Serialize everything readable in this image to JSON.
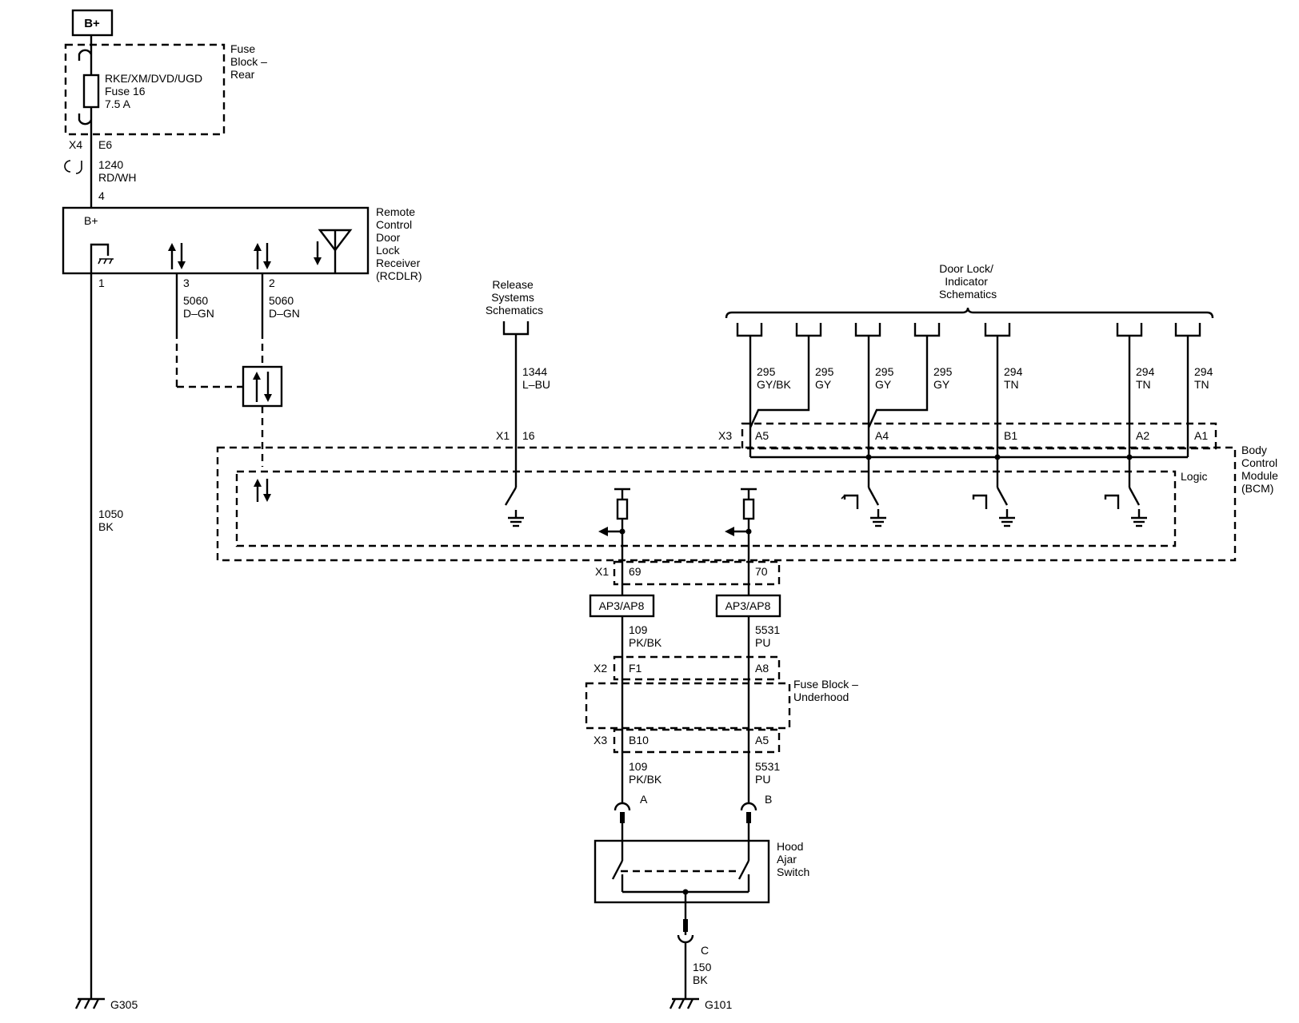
{
  "labels": {
    "bplus_box": "B+",
    "fuse_block_rear": [
      "Fuse",
      "Block –",
      "Rear"
    ],
    "fuse16": [
      "RKE/XM/DVD/UGD",
      "Fuse 16",
      "7.5 A"
    ],
    "x4": "X4",
    "e6": "E6",
    "w1240": [
      "1240",
      "RD/WH"
    ],
    "pin4": "4",
    "rcdlr_bplus": "B+",
    "rcdlr_name": [
      "Remote",
      "Control",
      "Door",
      "Lock",
      "Receiver",
      "(RCDLR)"
    ],
    "pin1": "1",
    "pin3": "3",
    "pin2": "2",
    "w5060a": [
      "5060",
      "D–GN"
    ],
    "w5060b": [
      "5060",
      "D–GN"
    ],
    "w1050": [
      "1050",
      "BK"
    ],
    "g305": "G305",
    "release": [
      "Release",
      "Systems",
      "Schematics"
    ],
    "w1344": [
      "1344",
      "L–BU"
    ],
    "x1_top": "X1",
    "p16": "16",
    "doorlock": [
      "Door Lock/",
      "Indicator",
      "Schematics"
    ],
    "dl_wires": [
      [
        "295",
        "GY/BK"
      ],
      [
        "295",
        "GY"
      ],
      [
        "295",
        "GY"
      ],
      [
        "295",
        "GY"
      ],
      [
        "294",
        "TN"
      ],
      [
        "294",
        "TN"
      ],
      [
        "294",
        "TN"
      ]
    ],
    "x3_top": "X3",
    "a5_top": "A5",
    "a4": "A4",
    "b1": "B1",
    "a2": "A2",
    "a1": "A1",
    "bcm": [
      "Body",
      "Control",
      "Module",
      "(BCM)"
    ],
    "logic": "Logic",
    "x1_bot": "X1",
    "p69": "69",
    "p70": "70",
    "ap_left": "AP3/AP8",
    "ap_right": "AP3/AP8",
    "w109a": [
      "109",
      "PK/BK"
    ],
    "w5531a": [
      "5531",
      "PU"
    ],
    "x2": "X2",
    "f1": "F1",
    "a8": "A8",
    "fuse_underhood": [
      "Fuse Block –",
      "Underhood"
    ],
    "x3_bot": "X3",
    "b10": "B10",
    "a5_bot": "A5",
    "w109b": [
      "109",
      "PK/BK"
    ],
    "w5531b": [
      "5531",
      "PU"
    ],
    "pinA": "A",
    "pinB": "B",
    "hood": [
      "Hood",
      "Ajar",
      "Switch"
    ],
    "pinC": "C",
    "w150": [
      "150",
      "BK"
    ],
    "g101": "G101"
  }
}
